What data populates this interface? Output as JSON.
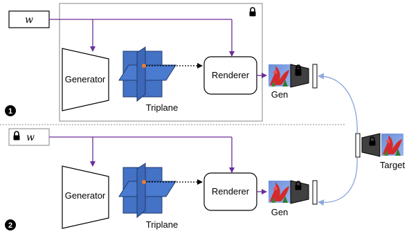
{
  "stages": [
    {
      "step_number": "1",
      "latent_label": "w",
      "latent_locked": false,
      "generator_label": "Generator",
      "triplane_label": "Triplane",
      "renderer_label": "Renderer",
      "output_label": "Gen",
      "pipeline_locked": true
    },
    {
      "step_number": "2",
      "latent_label": "w",
      "latent_locked": true,
      "generator_label": "Generator",
      "triplane_label": "Triplane",
      "renderer_label": "Renderer",
      "output_label": "Gen",
      "pipeline_locked": false
    }
  ],
  "target": {
    "label": "Target"
  },
  "colors": {
    "arrow_purple": "#6a2c9a",
    "triplane_blue": "#4472c4",
    "triplane_edge": "#1f3a6e",
    "point_orange": "#ed7d31",
    "loss_curve": "#8ea9db",
    "camera_body": "#404040",
    "lock_icon": "#000000"
  }
}
